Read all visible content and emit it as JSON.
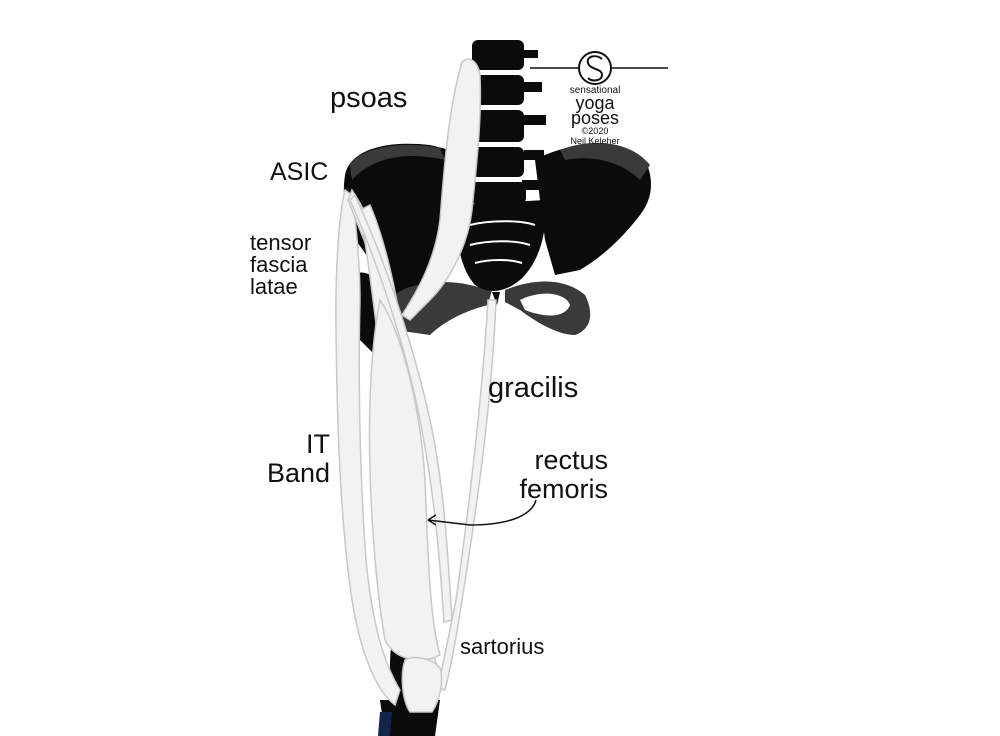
{
  "labels": {
    "psoas": "psoas",
    "asic": "ASIC",
    "tensor_fascia_latae": "tensor\nfascia\nlatae",
    "gracilis": "gracilis",
    "it_band": "IT\nBand",
    "rectus_femoris": "rectus\nfemoris",
    "sartorius": "sartorius"
  },
  "logo": {
    "line1": "sensational",
    "line2": "yoga",
    "line3": "poses",
    "year": "©2020",
    "author": "Neil Keleher"
  },
  "colors": {
    "bone_dark": "#0b0b0b",
    "bone_mid": "#3a3a3a",
    "muscle": "#f2f2f2",
    "muscle_outline": "#c8c8c8",
    "text": "#111111"
  }
}
